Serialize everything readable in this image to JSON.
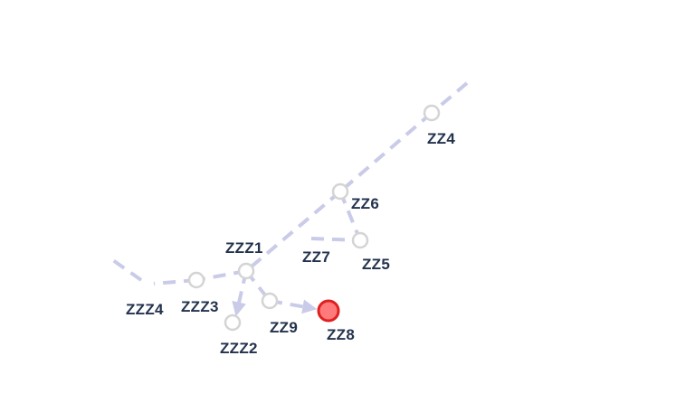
{
  "nodes": [
    {
      "id": "ZZ4",
      "label": "ZZ4",
      "selected": false
    },
    {
      "id": "ZZ6",
      "label": "ZZ6",
      "selected": false
    },
    {
      "id": "ZZ5",
      "label": "ZZ5",
      "selected": false
    },
    {
      "id": "ZZ7",
      "label": "ZZ7",
      "selected": false
    },
    {
      "id": "ZZZ1",
      "label": "ZZZ1",
      "selected": false
    },
    {
      "id": "ZZZ3",
      "label": "ZZZ3",
      "selected": false
    },
    {
      "id": "ZZZ4",
      "label": "ZZZ4",
      "selected": false
    },
    {
      "id": "ZZZ2",
      "label": "ZZZ2",
      "selected": false
    },
    {
      "id": "ZZ9",
      "label": "ZZ9",
      "selected": false
    },
    {
      "id": "ZZ8",
      "label": "ZZ8",
      "selected": true
    }
  ],
  "colors": {
    "edge": "#c9cbe8",
    "node_stroke": "#d4d4d4",
    "selected_fill": "#ff7a7a",
    "selected_stroke": "#e02020",
    "label": "#23324d"
  }
}
